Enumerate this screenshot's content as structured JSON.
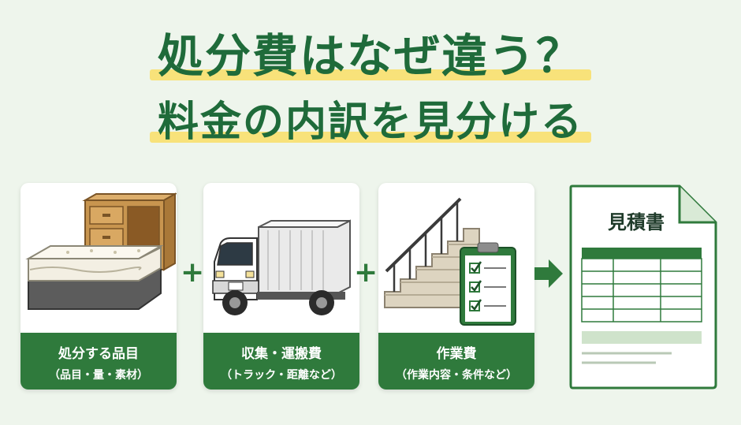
{
  "title": {
    "line1": "処分費はなぜ違う？",
    "line2": "料金の内訳を見分ける"
  },
  "cards": [
    {
      "label1": "処分する品目",
      "label2": "（品目・量・素材）",
      "icon": "mattress-and-drawer-icon"
    },
    {
      "label1": "収集・運搬費",
      "label2": "（トラック・距離など）",
      "icon": "truck-icon"
    },
    {
      "label1": "作業費",
      "label2": "（作業内容・条件など）",
      "icon": "stairs-and-checklist-icon"
    }
  ],
  "operators": {
    "plus": "+"
  },
  "result": {
    "title": "見積書",
    "icon": "estimate-document-icon",
    "arrow_icon": "right-arrow-icon"
  },
  "colors": {
    "accent": "#2f7a3c",
    "highlight": "#f8e27a",
    "background": "#eef5ec"
  }
}
